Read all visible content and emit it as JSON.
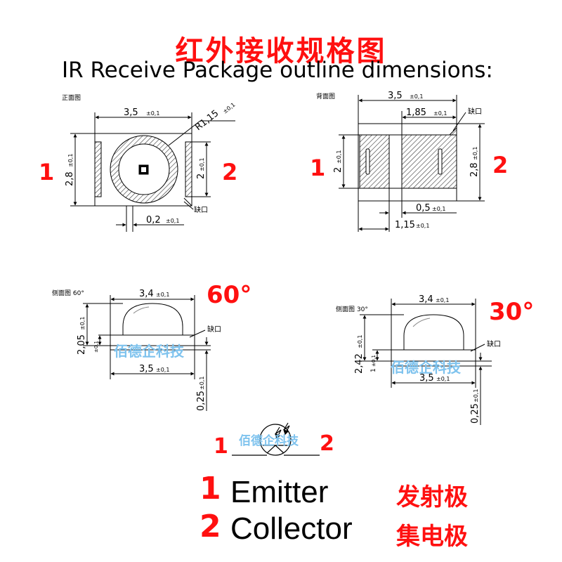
{
  "title_cn": "红外接收规格图",
  "title_en": "IR Receive Package outline dimensions:",
  "front": {
    "view_label": "正面图",
    "width_dim": "3,5",
    "width_tol": "±0,1",
    "height_dim": "2,8",
    "height_tol": "±0,1",
    "radius_dim": "R1,15",
    "radius_tol": "±0,1",
    "inner_dim": "2",
    "inner_tol": "±0,1",
    "gap_dim": "0,2",
    "gap_tol": "±0,1",
    "notch_label": "缺口",
    "pin_left": "1",
    "pin_right": "2"
  },
  "back": {
    "view_label": "背面图",
    "width_dim": "3,5",
    "width_tol": "±0,1",
    "pad_dim": "1,85",
    "pad_tol": "±0,1",
    "notch_label": "缺口",
    "left_dim": "2",
    "left_tol": "±0,1",
    "right_dim": "2,8",
    "right_tol": "±0,1",
    "gap_dim": "0,5",
    "gap_tol": "±0,1",
    "bottom_dim": "1,15",
    "bottom_tol": "±0,1",
    "pin_left": "1",
    "pin_right": "2"
  },
  "side60": {
    "view_label": "侧面图 60°",
    "angle": "60°",
    "top_dim": "3,4",
    "top_tol": "±0,1",
    "height_dim": "2,05",
    "height_tol": "±0,1",
    "base_tol": "±0,1",
    "notch_label": "缺口",
    "bottom_dim": "3,5",
    "bottom_tol": "±0,1",
    "thick_dim": "0,25",
    "thick_tol": "±0,1",
    "watermark": "佰德企科技"
  },
  "side30": {
    "view_label": "侧面图 30°",
    "angle": "30°",
    "top_dim": "3,4",
    "top_tol": "±0,1",
    "height_dim": "2,42",
    "height_tol": "±0,1",
    "base_dim": "1",
    "base_tol": "±0,1",
    "notch_label": "缺口",
    "bottom_dim": "3,5",
    "bottom_tol": "±0,1",
    "thick_dim": "0,25",
    "thick_tol": "±0,1",
    "watermark": "佰德企科技"
  },
  "symbol": {
    "pin_left": "1",
    "pin_right": "2",
    "watermark": "佰德企科技"
  },
  "legend": [
    {
      "num": "1",
      "en": "Emitter",
      "cn": "发射极"
    },
    {
      "num": "2",
      "en": "Collector",
      "cn": "集电极"
    }
  ],
  "colors": {
    "accent": "#ff1010",
    "watermark": "#7fc3ee",
    "hatch": "#333333"
  }
}
